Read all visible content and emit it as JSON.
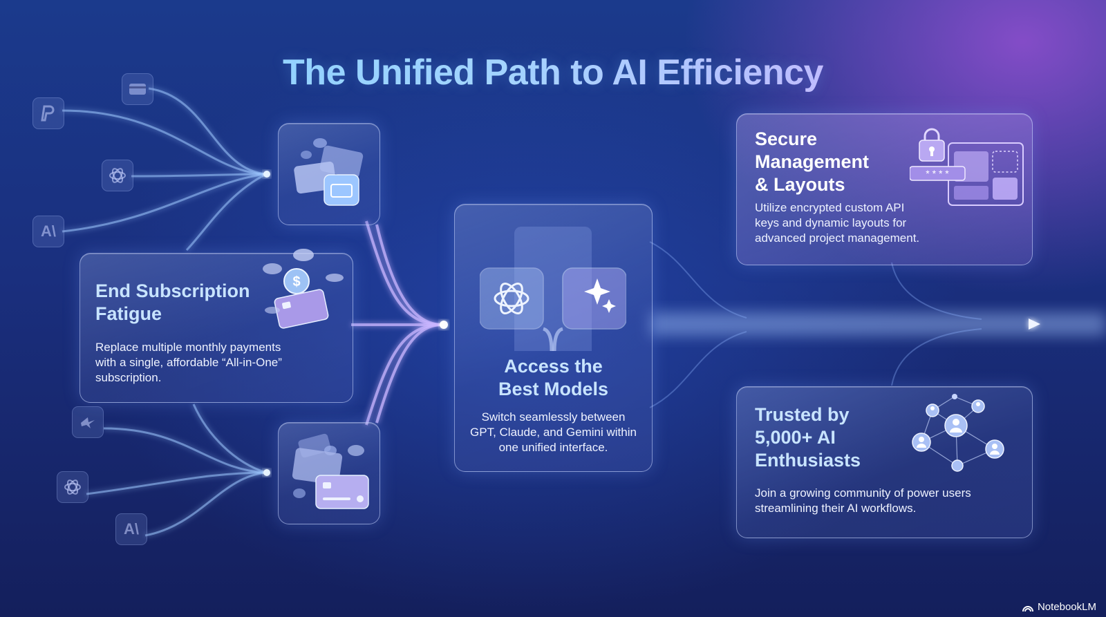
{
  "title": "The Unified Path to AI Efficiency",
  "sources_top": [
    {
      "icon": "paypal-icon"
    },
    {
      "icon": "credit-card-icon"
    },
    {
      "icon": "openai-icon"
    },
    {
      "icon": "anthropic-icon",
      "glyph": "A\\"
    }
  ],
  "sources_bottom": [
    {
      "icon": "midjourney-icon"
    },
    {
      "icon": "openai-icon"
    },
    {
      "icon": "anthropic-icon",
      "glyph": "A\\"
    }
  ],
  "cards": {
    "subscription": {
      "title_line1": "End Subscription",
      "title_line2": "Fatigue",
      "body_line1": "Replace multiple monthly payments",
      "body_line2": "with a single, affordable “All-in-One”",
      "body_line3": "subscription."
    },
    "models": {
      "title_line1": "Access the",
      "title_line2": "Best Models",
      "body_line1": "Switch seamlessly between",
      "body_line2": "GPT, Claude, and Gemini within",
      "body_line3": "one unified interface."
    },
    "secure": {
      "title_line1": "Secure",
      "title_line2": "Management",
      "title_line3": "& Layouts",
      "body_line1": "Utilize encrypted custom API",
      "body_line2": "keys and dynamic layouts for",
      "body_line3": "advanced project management.",
      "password_mask": "* * * *"
    },
    "trusted": {
      "title_line1": "Trusted by",
      "title_line2": "5,000+ AI",
      "title_line3": "Enthusiasts",
      "body_line1": "Join a growing community of power users",
      "body_line2": "streamlining their AI workflows."
    }
  },
  "footer": {
    "brand": "NotebookLM"
  },
  "colors": {
    "title_gradient_start": "#7fd0ff",
    "title_gradient_end": "#e0c8ff",
    "card_title": "#c8e4ff",
    "flow_glow": "#9fc8ff",
    "bg_top": "#1b3a8c",
    "bg_purple": "#9650d2"
  }
}
